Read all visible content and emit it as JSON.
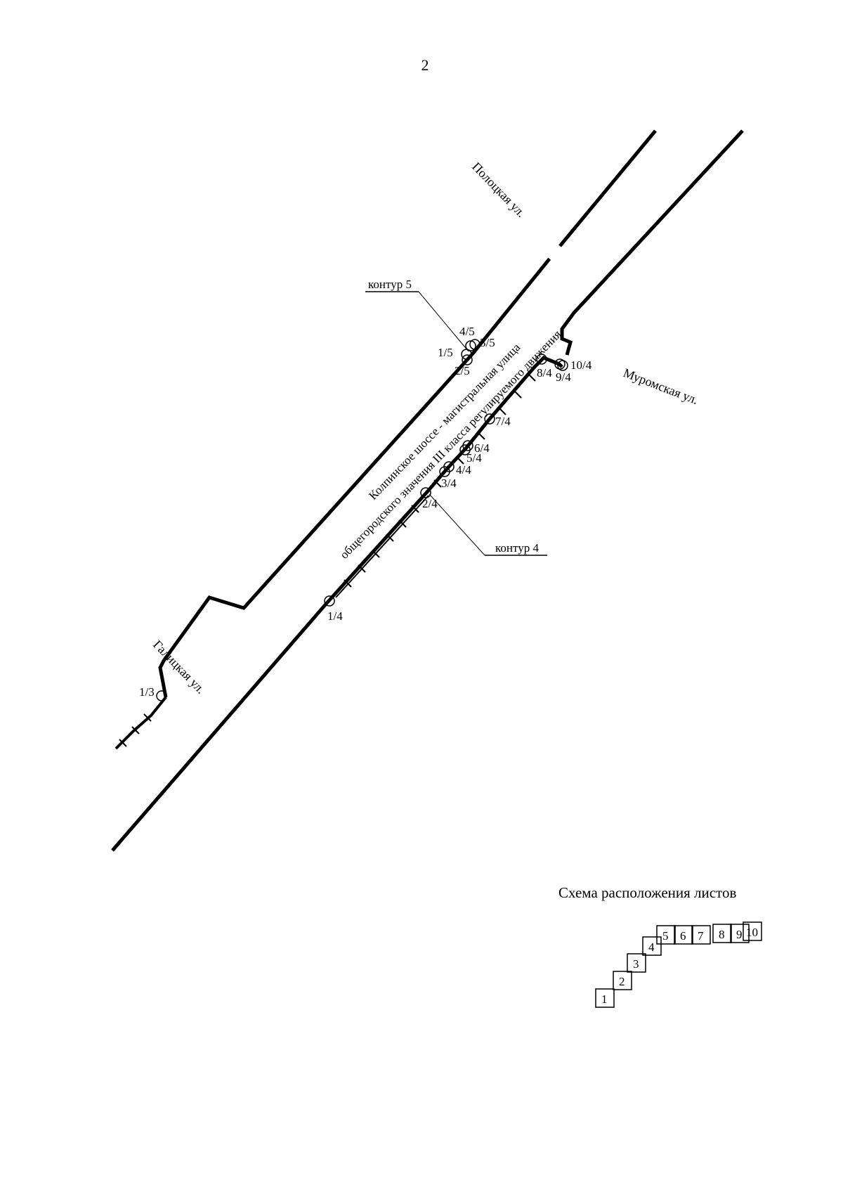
{
  "page": {
    "number": "2"
  },
  "streets": {
    "polotskaya": "Полоцкая ул.",
    "muromskaya": "Муромская ул.",
    "galitskaya": "Галицкая ул."
  },
  "road_label": {
    "line1": "Колпинское шоссе - магистральная улица",
    "line2": "общегородского значения III класса регулируемого движения"
  },
  "contours": {
    "c5": "контур 5",
    "c4": "контур 4"
  },
  "points": {
    "p1_3": "1/3",
    "p1_4": "1/4",
    "p2_4": "2/4",
    "p3_4": "3/4",
    "p4_4": "4/4",
    "p5_4": "5/4",
    "p6_4": "6/4",
    "p7_4": "7/4",
    "p8_4": "8/4",
    "p9_4": "9/4",
    "p10_4": "10/4",
    "p1_5": "1/5",
    "p2_5": "2/5",
    "p3_5": "3/5",
    "p4_5": "4/5"
  },
  "scheme": {
    "title": "Схема расположения листов",
    "sheets": [
      "1",
      "2",
      "3",
      "4",
      "5",
      "6",
      "7",
      "8",
      "9",
      "10"
    ]
  }
}
